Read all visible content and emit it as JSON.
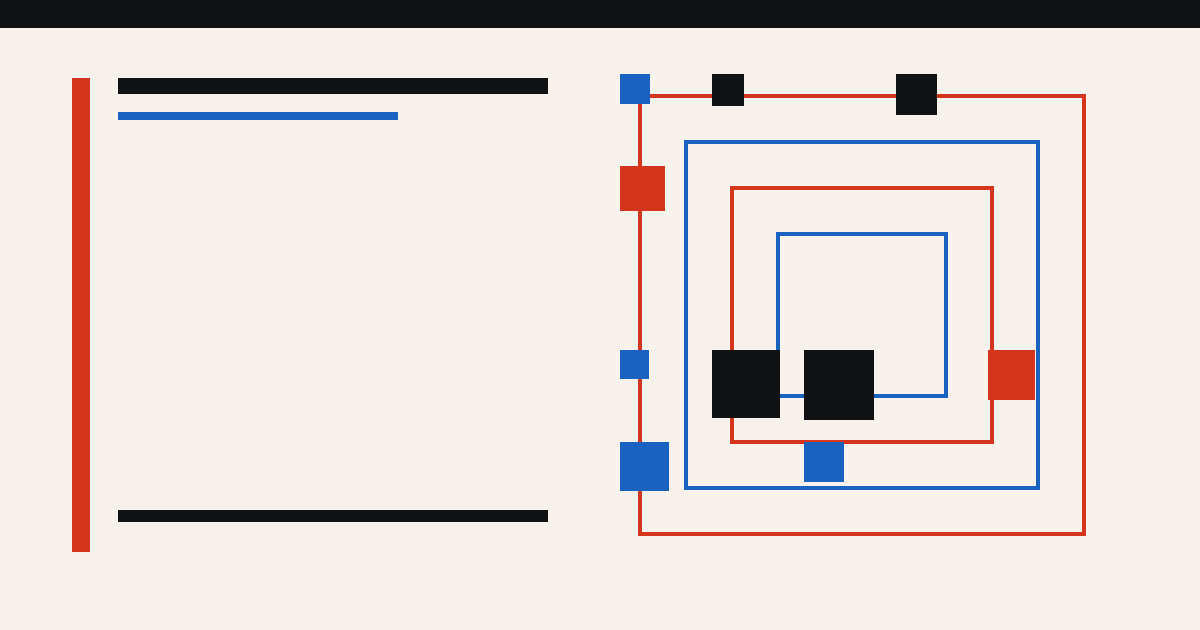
{
  "colors": {
    "background": "#f7f3ec",
    "topbar": "#111214",
    "red": "#d4351c",
    "blue": "#1a62c0",
    "black": "#111214"
  },
  "composition": {
    "frames": [
      "red",
      "blue",
      "red",
      "blue"
    ],
    "blocks": [
      "blue",
      "black",
      "black",
      "red",
      "blue",
      "black",
      "black",
      "red",
      "blue",
      "blue"
    ]
  }
}
